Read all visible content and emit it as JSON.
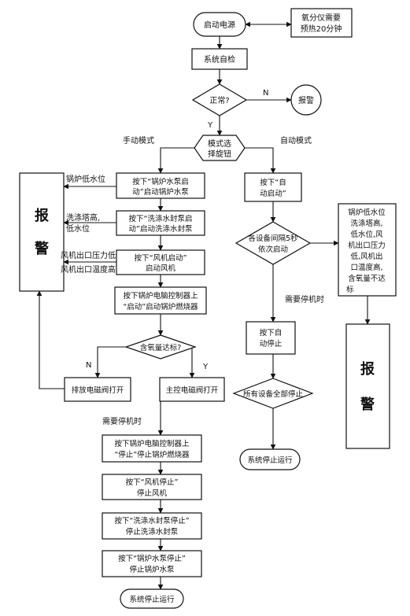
{
  "nodes": {
    "start_power": "启动电源",
    "preheat_note": [
      "氧分仪需要",
      "预热20分钟"
    ],
    "self_check": "系统自检",
    "normal_q": "正常?",
    "alarm_top": "报警",
    "mode_select": [
      "模式选",
      "择旋钮"
    ],
    "m1": [
      "按下“锅炉水泵启",
      "动”启动锅炉水泵"
    ],
    "m2": [
      "按下“洗涤水封泵启",
      "动”启动洗涤水封泵"
    ],
    "m3": [
      "按下“风机启动”",
      "启动风机"
    ],
    "m4": [
      "按下锅炉电脑控制器上",
      "“启动”启动锅炉燃烧器"
    ],
    "oxygen_q": "含氧量达标?",
    "vent_valve": "排放电磁阀打开",
    "main_valve": "主控电磁阀打开",
    "s1": [
      "按下锅炉电脑控制器上",
      "“停止”停止锅炉燃烧器"
    ],
    "s2": [
      "按下“风机停止”",
      "停止风机"
    ],
    "s3": [
      "按下“洗涤水封泵停止”",
      "停止洗涤水封泵"
    ],
    "s4": [
      "按下“锅炉水泵停止”",
      "停止锅炉水泵"
    ],
    "stop_left": "系统停止运行",
    "alarm_left": [
      "报",
      "警"
    ],
    "auto_start": [
      "按下“自",
      "动启动”"
    ],
    "interval_q": [
      "各设备间隔5秒",
      "依次启动"
    ],
    "auto_stop": [
      "按下自",
      "动停止"
    ],
    "all_stop": "所有设备全部停止",
    "stop_right": "系统停止运行",
    "fault_list": [
      "锅炉低水位",
      "洗涤塔高,",
      "低水位,风",
      "机出口压力",
      "低,风机出",
      "口温度高,",
      "含氧量不达",
      "标"
    ],
    "alarm_right": [
      "报",
      "警"
    ]
  },
  "labels": {
    "N_top": "N",
    "Y_top": "Y",
    "manual": "手动模式",
    "auto": "自动模式",
    "boiler_low": "锅炉低水位",
    "scrub": [
      "洗涤塔高,",
      "低水位"
    ],
    "fan_pressure": "风机出口压力低",
    "fan_temp": "风机出口温度高",
    "N_oxy": "N",
    "Y_oxy": "Y",
    "need_stop_left": "需要停机时",
    "need_stop_right": "需要停机时"
  }
}
